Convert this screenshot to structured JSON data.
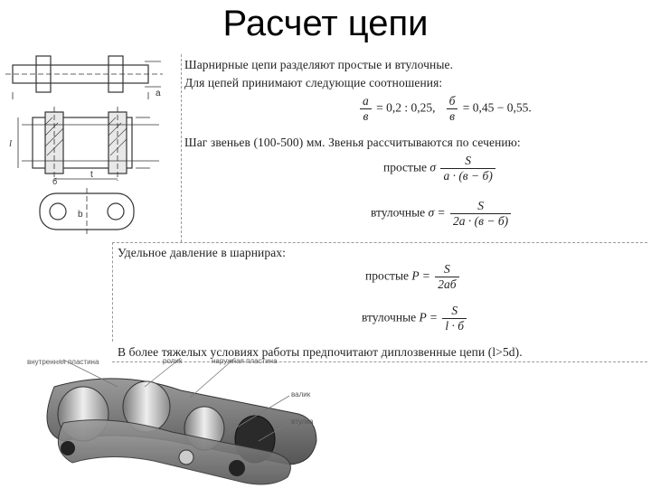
{
  "title": "Расчет цепи",
  "paragraph1": {
    "line1": "Шарнирные цепи разделяют простые и втулочные.",
    "line2": "Для цепей принимают следующие соотношения:"
  },
  "ratio": {
    "f1_num": "а",
    "f1_den": "в",
    "f1_values": "= 0,2 : 0,25,",
    "f2_num": "б",
    "f2_den": "в",
    "f2_values": "= 0,45 − 0,55."
  },
  "paragraph2": {
    "line1": "Шаг звеньев (100-500) мм. Звенья рассчитываются по сечению:"
  },
  "stress_simple": {
    "label": "простые",
    "symbol": "σ",
    "num": "S",
    "den": "а · (в − б)"
  },
  "stress_bushing": {
    "label": "втулочные",
    "symbol": "σ =",
    "num": "S",
    "den": "2а · (в − б)"
  },
  "paragraph3": {
    "line1": "Удельное давление в шарнирах:"
  },
  "pressure_simple": {
    "label": "простые",
    "symbol": "P =",
    "num": "S",
    "den": "2аб"
  },
  "pressure_bushing": {
    "label": "втулочные",
    "symbol": "P =",
    "num": "S",
    "den": "l · б"
  },
  "paragraph4": {
    "line1": "В более тяжелых условиях работы предпочитают диплозвенные цепи (l>5d)."
  },
  "drawing_labels": {
    "a": "a",
    "l": "l",
    "t": "t",
    "b": "b",
    "d": "б"
  },
  "chain_labels": {
    "inner_plate": "внутренняя пластина",
    "roller": "ролик",
    "outer_plate": "наружная пластина",
    "pin": "валик",
    "bushing": "втулка"
  }
}
